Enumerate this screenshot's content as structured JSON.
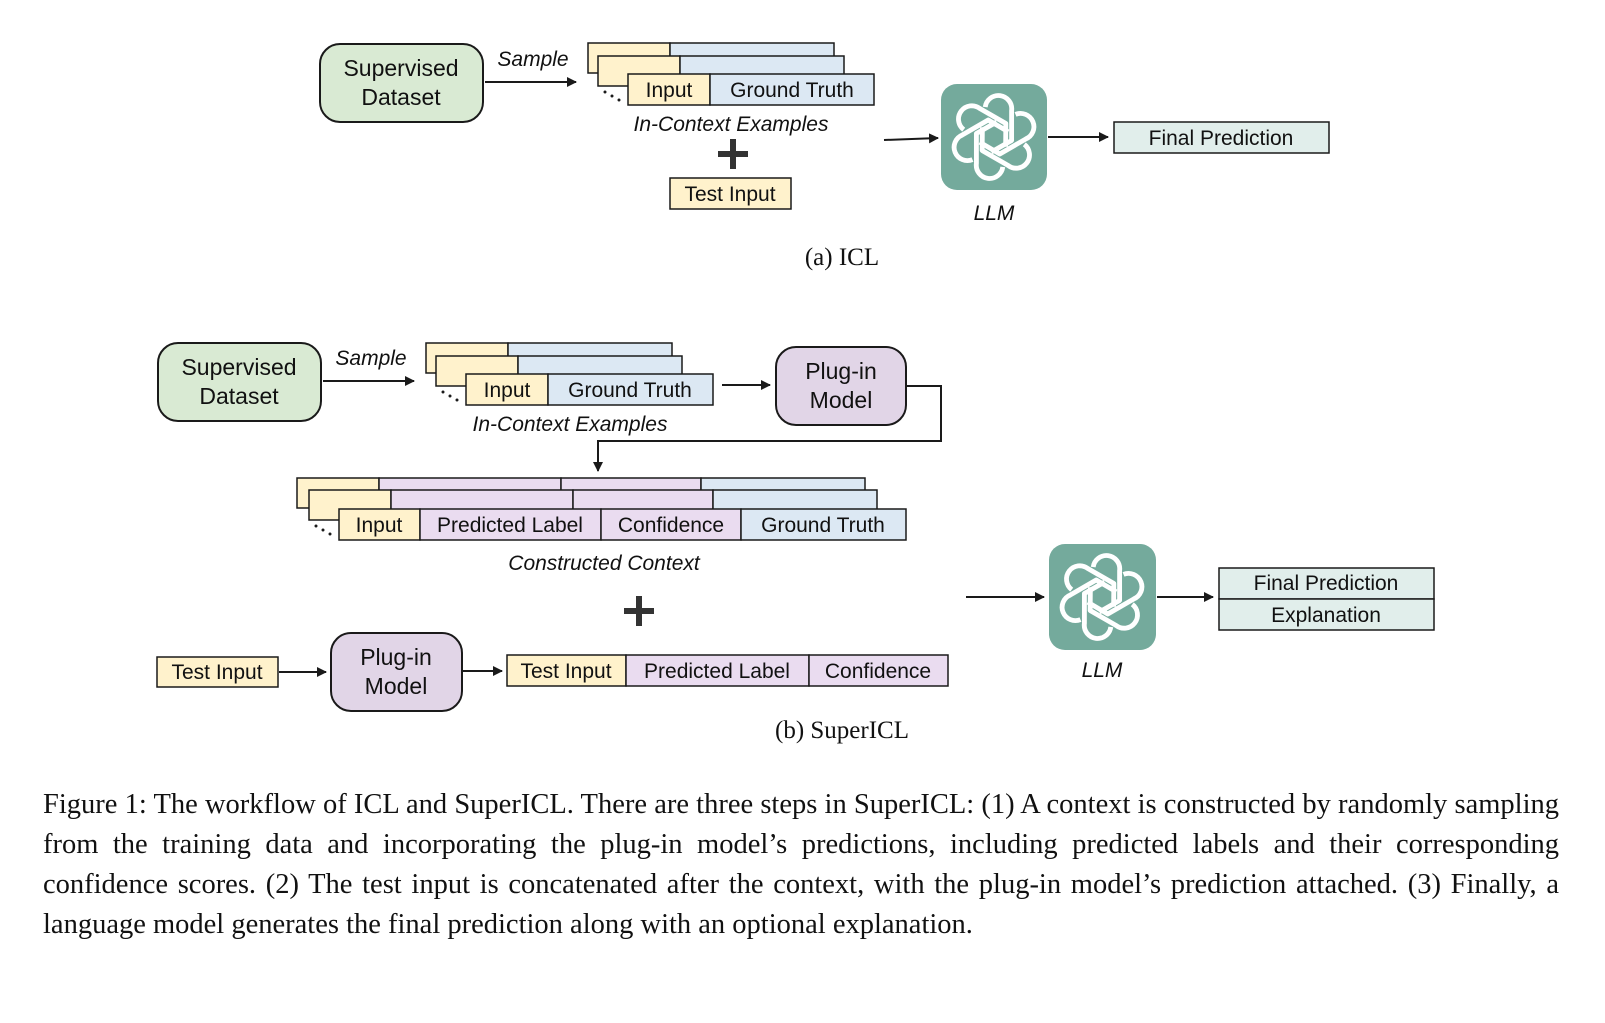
{
  "colors": {
    "dataset_fill": "#d9ead3",
    "input_fill": "#fff2cc",
    "truth_fill": "#dce8f3",
    "predicted_fill": "#eadcf0",
    "plugin_fill": "#e1d5e7",
    "final_fill": "#e1eeeb",
    "llm_fill": "#74aa9c",
    "stroke": "#1a1a1a"
  },
  "icons": {
    "llm": "openai-logo-icon",
    "plus": "plus-icon"
  },
  "icl": {
    "dataset_line1": "Supervised",
    "dataset_line2": "Dataset",
    "sample": "Sample",
    "input": "Input",
    "ground_truth": "Ground Truth",
    "examples_label": "In-Context Examples",
    "test_input": "Test Input",
    "llm_label": "LLM",
    "final_prediction": "Final Prediction",
    "subcaption": "(a) ICL"
  },
  "supericl": {
    "dataset_line1": "Supervised",
    "dataset_line2": "Dataset",
    "sample": "Sample",
    "input": "Input",
    "ground_truth": "Ground Truth",
    "examples_label": "In-Context Examples",
    "plugin_line1": "Plug-in",
    "plugin_line2": "Model",
    "ctx_input": "Input",
    "ctx_predicted_label": "Predicted Label",
    "ctx_confidence": "Confidence",
    "ctx_ground_truth": "Ground Truth",
    "constructed_label": "Constructed Context",
    "test_input": "Test Input",
    "plugin2_line1": "Plug-in",
    "plugin2_line2": "Model",
    "row_test_input": "Test Input",
    "row_predicted_label": "Predicted Label",
    "row_confidence": "Confidence",
    "llm_label": "LLM",
    "final_prediction": "Final Prediction",
    "explanation": "Explanation",
    "subcaption": "(b) SuperICL"
  },
  "caption": {
    "label": "Figure 1:",
    "text": "The workflow of ICL and SuperICL. There are three steps in SuperICL: (1) A context is constructed by randomly sampling from the training data and incorporating the plug-in model’s predictions, including predicted labels and their corresponding confidence scores. (2) The test input is concatenated after the context, with the plug-in model’s prediction attached. (3) Finally, a language model generates the final prediction along with an optional explanation."
  }
}
